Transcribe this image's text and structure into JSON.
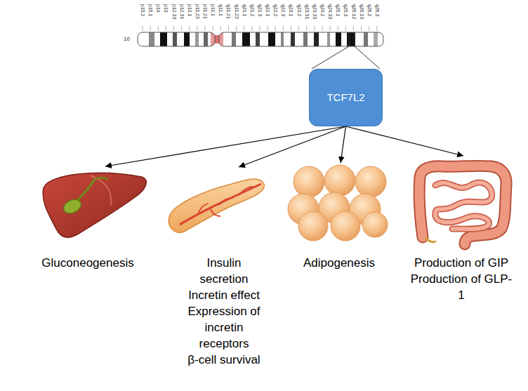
{
  "diagram": {
    "nodes": [
      {
        "text": [
          "TCF7L2"
        ]
      },
      {
        "text": [
          "Gluconeogenesis"
        ]
      },
      {
        "text": [
          "Insulin secretion",
          "Incretin effect",
          "Expression of incretin receptors",
          "β-cell survival"
        ]
      },
      {
        "text": [
          "Adipogenesis"
        ]
      },
      {
        "text": [
          "Production of GIP",
          "Production of GLP-1"
        ]
      }
    ],
    "edges": [
      {
        "from": 0,
        "to": 1,
        "arrow": "to"
      },
      {
        "from": 0,
        "to": 2,
        "arrow": "to"
      },
      {
        "from": 0,
        "to": 3,
        "arrow": "to"
      },
      {
        "from": 0,
        "to": 4,
        "arrow": "to"
      }
    ],
    "labels": [
      "10",
      "p15.2",
      "p15.1",
      "p14",
      "p13",
      "p12.33",
      "p12.31",
      "p12.1",
      "p11.23",
      "p11.21",
      "p11.1",
      "q11.1",
      "q11.21",
      "q11.23",
      "q21.1",
      "q21.2",
      "q21.3",
      "q22.1",
      "q22.2",
      "q22.3",
      "q23.1",
      "q23.2",
      "q23.31",
      "q23.33",
      "q24.2",
      "q24.33",
      "q25.1",
      "q25.3",
      "q26.12",
      "q26.13",
      "q26.2",
      "q26.3"
    ]
  }
}
